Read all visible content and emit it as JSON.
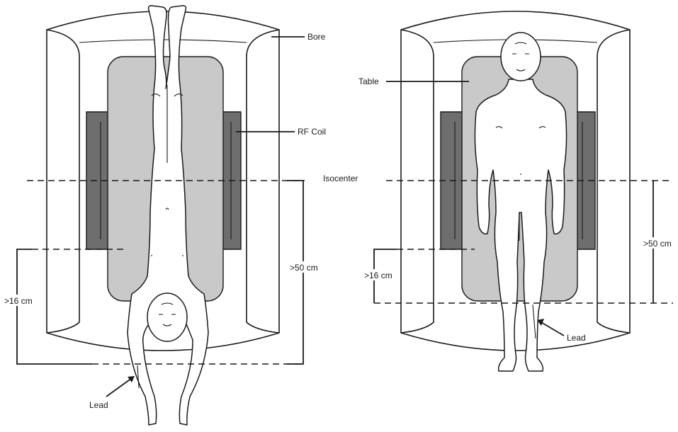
{
  "labels": {
    "bore": "Bore",
    "table": "Table",
    "rf_coil": "RF Coil",
    "isocenter": "Isocenter",
    "left_over_50": ">50 cm",
    "left_over_16": ">16 cm",
    "left_lead": "Lead",
    "right_over_50": ">50 cm",
    "right_over_16": ">16 cm",
    "right_lead": "Lead"
  },
  "colors": {
    "table": "#c9c9c9",
    "rf_coil": "#6e6e6e",
    "outline": "#1a1a1a"
  }
}
